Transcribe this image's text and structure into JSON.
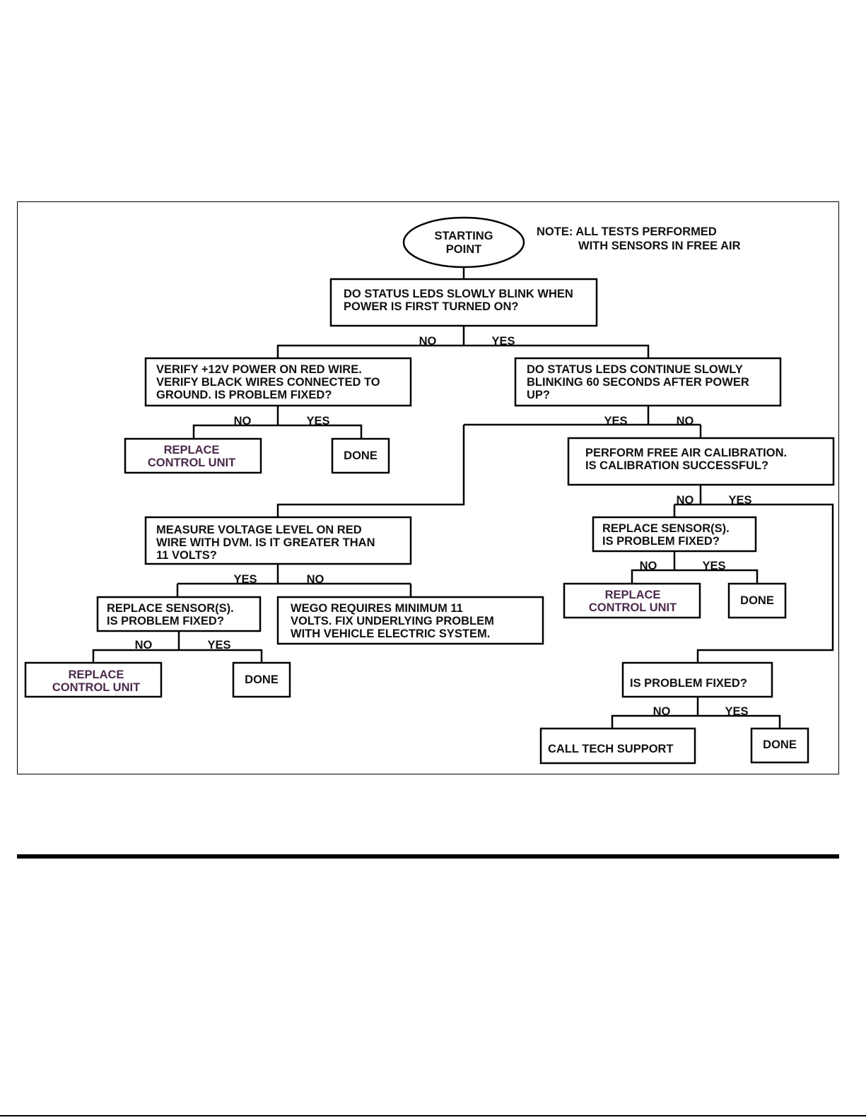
{
  "note": {
    "line1": "NOTE: ALL TESTS PERFORMED",
    "line2": "WITH SENSORS IN FREE AIR"
  },
  "start": {
    "lines": [
      "STARTING",
      "POINT"
    ]
  },
  "nodes": {
    "q_blink": {
      "lines": [
        "DO STATUS LEDS SLOWLY BLINK WHEN",
        "POWER IS FIRST TURNED ON?"
      ]
    },
    "verify_power": {
      "lines": [
        "VERIFY +12V POWER ON RED WIRE.",
        "VERIFY BLACK WIRES CONNECTED TO",
        "GROUND. IS PROBLEM FIXED?"
      ]
    },
    "q_continue": {
      "lines": [
        "DO STATUS LEDS CONTINUE SLOWLY",
        "BLINKING 60 SECONDS AFTER POWER",
        "UP?"
      ]
    },
    "replace_cu_1": {
      "lines": [
        "REPLACE",
        "CONTROL UNIT"
      ]
    },
    "done_1": {
      "lines": [
        "DONE"
      ]
    },
    "free_air_cal": {
      "lines": [
        "PERFORM FREE AIR CALIBRATION.",
        "IS CALIBRATION SUCCESSFUL?"
      ]
    },
    "measure_volt": {
      "lines": [
        "MEASURE VOLTAGE LEVEL ON RED",
        "WIRE WITH DVM. IS IT GREATER THAN",
        "11 VOLTS?"
      ]
    },
    "replace_sensor_r": {
      "lines": [
        "REPLACE SENSOR(S).",
        "IS PROBLEM FIXED?"
      ]
    },
    "replace_cu_2": {
      "lines": [
        "REPLACE",
        "CONTROL UNIT"
      ]
    },
    "done_2": {
      "lines": [
        "DONE"
      ]
    },
    "replace_sensor_l": {
      "lines": [
        "REPLACE SENSOR(S).",
        "IS PROBLEM FIXED?"
      ]
    },
    "wego_min": {
      "lines": [
        "WEGO REQUIRES MINIMUM 11",
        "VOLTS. FIX UNDERLYING PROBLEM",
        "WITH VEHICLE ELECTRIC SYSTEM."
      ]
    },
    "replace_cu_3": {
      "lines": [
        "REPLACE",
        "CONTROL UNIT"
      ]
    },
    "done_3": {
      "lines": [
        "DONE"
      ]
    },
    "q_fixed": {
      "lines": [
        "IS PROBLEM FIXED?"
      ]
    },
    "call_tech": {
      "lines": [
        "CALL TECH SUPPORT"
      ]
    },
    "done_4": {
      "lines": [
        "DONE"
      ]
    }
  },
  "labels": {
    "no": "NO",
    "yes": "YES"
  },
  "colors": {
    "line": "#000000",
    "accent_text": "#4a2a4a"
  }
}
